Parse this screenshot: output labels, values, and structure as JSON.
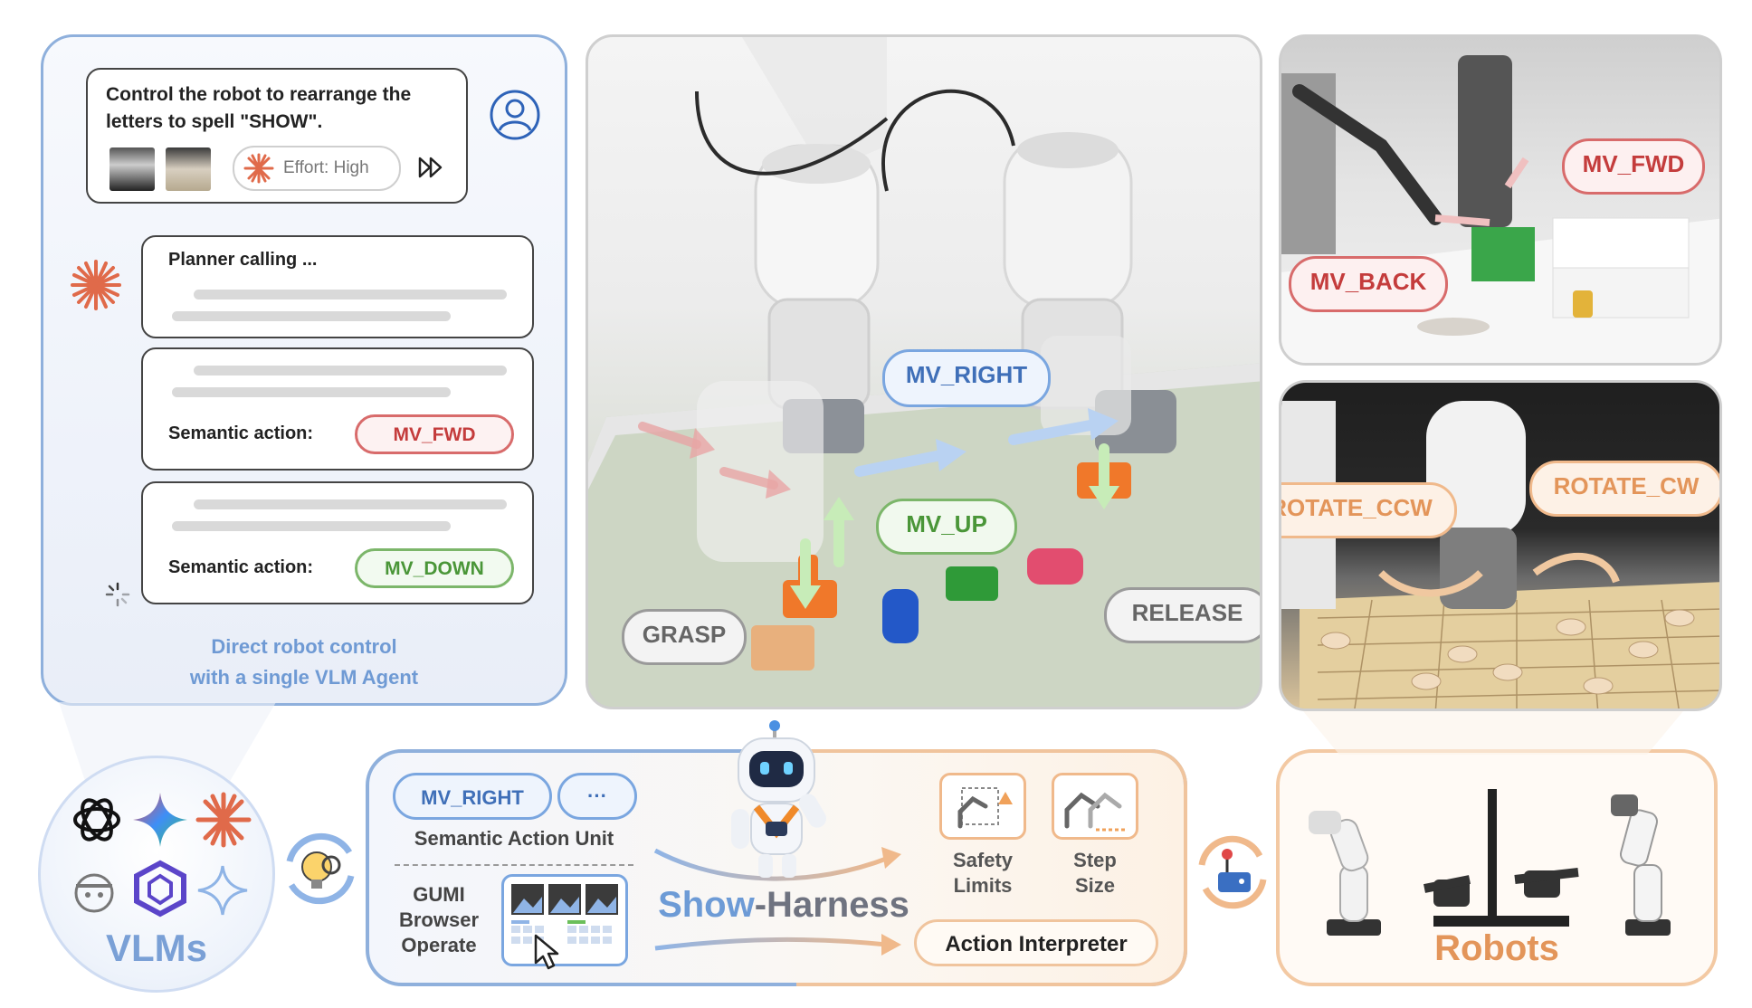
{
  "chat": {
    "prompt_line1": "Control the robot to rearrange the",
    "prompt_line2": "letters to spell \"SHOW\".",
    "effort": "Effort: High",
    "planner": "Planner calling ...",
    "semantic_label_1": "Semantic action:",
    "action_1": "MV_FWD",
    "semantic_label_2": "Semantic action:",
    "action_2": "MV_DOWN",
    "caption_line1": "Direct robot control",
    "caption_line2": "with a single VLM Agent"
  },
  "center_photo": {
    "tag_right": "MV_RIGHT",
    "tag_up": "MV_UP",
    "tag_grasp": "GRASP",
    "tag_release": "RELEASE"
  },
  "top_right_photo": {
    "tag_fwd": "MV_FWD",
    "tag_back": "MV_BACK"
  },
  "bottom_right_photo": {
    "tag_ccw": "ROTATE_CCW",
    "tag_cw": "ROTATE_CW"
  },
  "vlms": {
    "label": "VLMs"
  },
  "harness": {
    "unit_action": "MV_RIGHT",
    "unit_more": "···",
    "unit_label": "Semantic Action Unit",
    "gumi_line1": "GUMI",
    "gumi_line2": "Browser",
    "gumi_line3": "Operate",
    "title_a": "Show",
    "title_b": "-Harness",
    "safety_line1": "Safety",
    "safety_line2": "Limits",
    "step_line1": "Step",
    "step_line2": "Size",
    "interpreter": "Action Interpreter"
  },
  "robots": {
    "label": "Robots"
  },
  "colors": {
    "blue_accent": "#3f6fb8",
    "red_tag": "#c43c3c",
    "green_tag": "#4a9638",
    "orange_accent": "#e3955a"
  }
}
